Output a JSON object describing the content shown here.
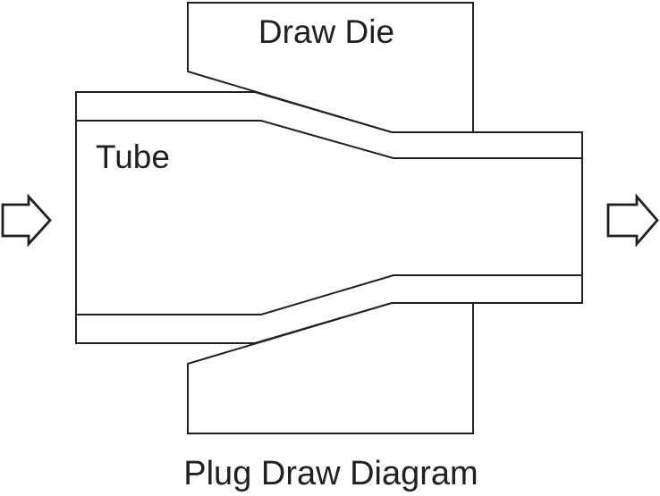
{
  "diagram": {
    "caption": "Plug Draw Diagram",
    "labels": {
      "die": "Draw Die",
      "tube": "Tube"
    },
    "colors": {
      "line": "#231f20",
      "text": "#231f20",
      "background": "#ffffff"
    },
    "icons": {
      "inlet_arrow": "flow-right-arrow",
      "outlet_arrow": "flow-right-arrow"
    }
  }
}
